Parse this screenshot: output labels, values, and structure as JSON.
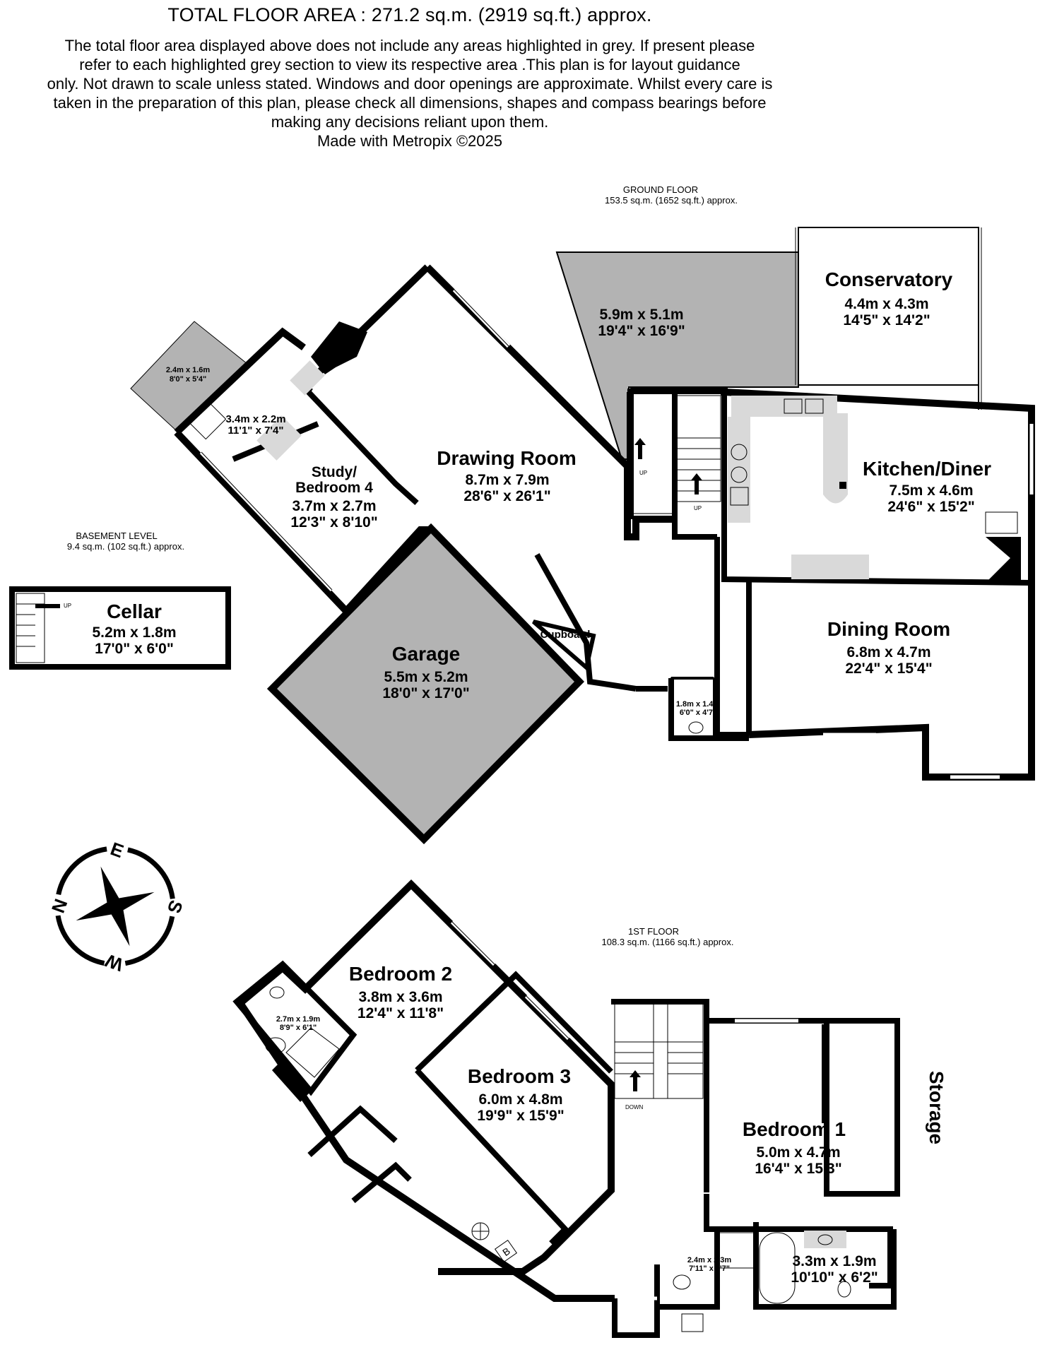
{
  "header": {
    "total_area": "TOTAL FLOOR AREA : 271.2 sq.m. (2919 sq.ft.) approx.",
    "disclaimer_lines": [
      "The total floor area displayed above does not include any areas highlighted in grey. If present please",
      "refer to each highlighted grey section to view its respective area .This plan is for layout guidance",
      "only. Not drawn to scale unless stated. Windows and door openings are approximate. Whilst every care is",
      "taken in the preparation of this plan, please check all dimensions, shapes and compass bearings before",
      "making any decisions reliant upon them."
    ],
    "made_with": "Made with Metropix ©2025"
  },
  "ground_floor": {
    "label": "GROUND FLOOR",
    "area": "153.5 sq.m. (1652 sq.ft.) approx.",
    "rooms": {
      "grey_area": {
        "metric": "5.9m  x 5.1m",
        "imperial": "19'4\"  x 16'9\""
      },
      "conservatory": {
        "name": "Conservatory",
        "metric": "4.4m  x 4.3m",
        "imperial": "14'5\"  x 14'2\""
      },
      "drawing_room": {
        "name": "Drawing Room",
        "metric": "8.7m  x 7.9m",
        "imperial": "28'6\"  x 26'1\""
      },
      "kitchen_diner": {
        "name": "Kitchen/Diner",
        "metric": "7.5m  x 4.6m",
        "imperial": "24'6\"  x 15'2\""
      },
      "dining_room": {
        "name": "Dining Room",
        "metric": "6.8m  x 4.7m",
        "imperial": "22'4\"  x 15'4\""
      },
      "garage": {
        "name": "Garage",
        "metric": "5.5m  x 5.2m",
        "imperial": "18'0\"  x 17'0\""
      },
      "study": {
        "name_line1": "Study/",
        "name_line2": "Bedroom 4",
        "metric": "3.7m  x 2.7m",
        "imperial": "12'3\"  x 8'10\""
      },
      "utility": {
        "metric": "3.4m  x 2.2m",
        "imperial": "11'1\"  x 7'4\""
      },
      "lobby_grey": {
        "metric": "2.4m  x 1.6m",
        "imperial": "8'0\"  x 5'4\""
      },
      "cupboard": {
        "name": "Cupboard"
      },
      "wc": {
        "metric": "1.8m  x 1.4m",
        "imperial": "6'0\"  x 4'7\""
      }
    },
    "stairs_up_1": "UP",
    "stairs_up_2": "UP"
  },
  "basement": {
    "label": "BASEMENT LEVEL",
    "area": "9.4 sq.m. (102 sq.ft.) approx.",
    "cellar": {
      "name": "Cellar",
      "metric": "5.2m  x 1.8m",
      "imperial": "17'0\"  x 6'0\""
    },
    "stairs_up": "UP"
  },
  "first_floor": {
    "label": "1ST FLOOR",
    "area": "108.3 sq.m. (1166 sq.ft.) approx.",
    "rooms": {
      "bedroom2": {
        "name": "Bedroom 2",
        "metric": "3.8m  x 3.6m",
        "imperial": "12'4\"  x 11'8\""
      },
      "bedroom3": {
        "name": "Bedroom 3",
        "metric": "6.0m  x 4.8m",
        "imperial": "19'9\"  x 15'9\""
      },
      "bedroom1": {
        "name": "Bedroom 1",
        "metric": "5.0m  x 4.7m",
        "imperial": "16'4\"  x 15'3\""
      },
      "storage": {
        "name": "Storage"
      },
      "ensuite2": {
        "metric": "2.7m  x 1.9m",
        "imperial": "8'9\"  x 6'1\""
      },
      "shower_room": {
        "metric": "2.4m  x 2.3m",
        "imperial": "7'11\"  x 7'7\""
      },
      "bathroom": {
        "metric": "3.3m  x 1.9m",
        "imperial": "10'10\"  x 6'2\""
      }
    },
    "stairs_down": "DOWN",
    "boiler_label": "B"
  },
  "compass": {
    "n": "N",
    "e": "E",
    "s": "S",
    "w": "W"
  },
  "colors": {
    "wall": "#000000",
    "grey_area": "#b3b3b3",
    "fixture": "#d9d9d9"
  }
}
